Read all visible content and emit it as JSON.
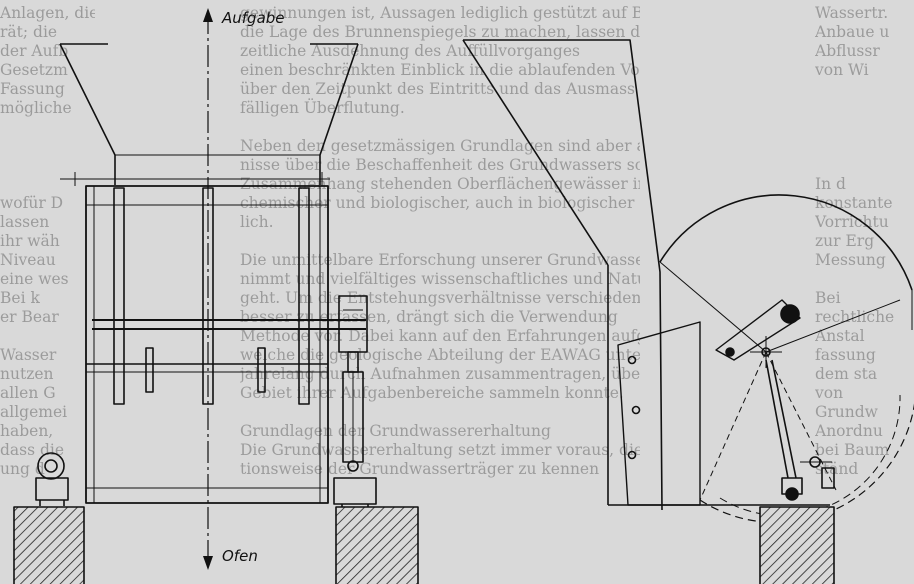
{
  "labels": {
    "top": "Aufgabe",
    "bottom": "Ofen"
  },
  "background_text": {
    "center_column": [
      "gewinnungen ist, Aussagen lediglich gestützt auf Beobachtungen über",
      "die Lage des Brunnenspiegels zu machen, lassen die räumliche und",
      "zeitliche Ausdehnung des Auffüllvorganges",
      "einen beschränkten Einblick in die ablaufenden Vorgänge, sonder",
      "über den Zeitpunkt des Eintritts und das Ausmass einer all-",
      "fälligen Überflutung.",
      "",
      "Neben den gesetzmässigen Grundlagen sind aber auch Kennt-",
      "nisse über die Beschaffenheit des Grundwassers sowie die im",
      "Zusammenhang stehenden Oberflächengewässer in physikalischer,",
      "chemischer und biologischer, auch in biologischer Hinsicht erforder-",
      "lich.",
      "",
      "Die unmittelbare Erforschung unserer Grundwasservorkommen",
      "nimmt und vielfältiges wissenschaftliches und Natur-Recht",
      "geht. Um die Entstehungsverhältnisse verschiedener Aufschlüsse",
      "besser zu erfassen, drängt sich die Verwendung",
      "Methode vor. Dabei kann auf den Erfahrungen aufgebaut werden,",
      "welche die geologische Abteilung der EAWAG unter der Leitung",
      "jahrelang durch Aufnahmen zusammentragen, über das gesamte",
      "Gebiet ihrer Aufgabenbereiche sammeln konnte.",
      "",
      "Grundlagen der Grundwassererhaltung",
      "Die Grundwassererhaltung setzt immer voraus, die Funk-",
      "tionsweise der Grundwasserträger zu kennen"
    ],
    "left_column": [
      "Anlagen, die",
      "rät; die",
      "der Aufb",
      "Gesetzm",
      "Fassung",
      "mögliche",
      "",
      "",
      "",
      "",
      "wofür D",
      "lassen",
      "ihr wäh",
      "Niveau",
      "eine wes",
      "Bei k",
      "er Bear",
      "",
      "Wasser",
      "nutzen",
      "allen G",
      "allgemei",
      "haben,",
      "dass die",
      "ung d"
    ],
    "right_column": [
      "Wassertr.",
      "Anbaue u",
      "Abflussr",
      "von Wi",
      "",
      "",
      "",
      "",
      "",
      "In d",
      "konstante",
      "Vorrichtu",
      "zur Erg",
      "Messung",
      "",
      "Bei",
      "rechtliche",
      "Anstal",
      "fassung",
      "dem sta",
      "von",
      "Grundw",
      "Anordnu",
      "bei Baum",
      "ständ"
    ]
  }
}
